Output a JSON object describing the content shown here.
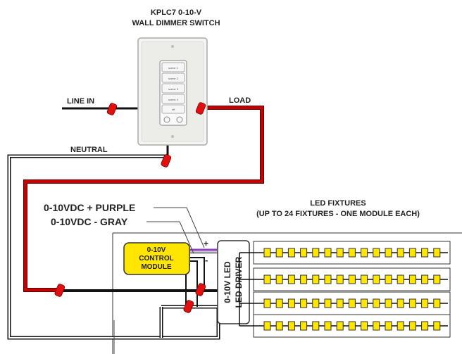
{
  "switch": {
    "title_line1": "KPLC7 0-10-V",
    "title_line2": "WALL DIMMER SWITCH",
    "buttons": [
      "scene 1",
      "scene 2",
      "scene 3",
      "scene 4",
      "off"
    ]
  },
  "wires": {
    "line_in": "LINE IN",
    "load": "LOAD",
    "neutral": "NEUTRAL",
    "plus_purple": "0-10VDC + PURPLE",
    "minus_gray": "0-10VDC - GRAY"
  },
  "fixtures": {
    "title_line1": "LED FIXTURES",
    "title_line2": "(UP TO 24 FIXTURES - ONE MODULE EACH)",
    "rows": 4,
    "leds_per_row": 15
  },
  "module": {
    "line1": "0-10V",
    "line2": "CONTROL",
    "line3": "MODULE",
    "color": "#ffe600"
  },
  "driver": {
    "line1": "0-10V LED",
    "line2": "LED DRIVER"
  },
  "polarity": {
    "plus": "+",
    "minus": "-"
  },
  "colors": {
    "hot_wire": "#c40000",
    "connector": "#e01010",
    "purple_wire": "#8a3fc0",
    "gray_wire": "#9a9a9a",
    "led_yellow": "#ffe600"
  }
}
